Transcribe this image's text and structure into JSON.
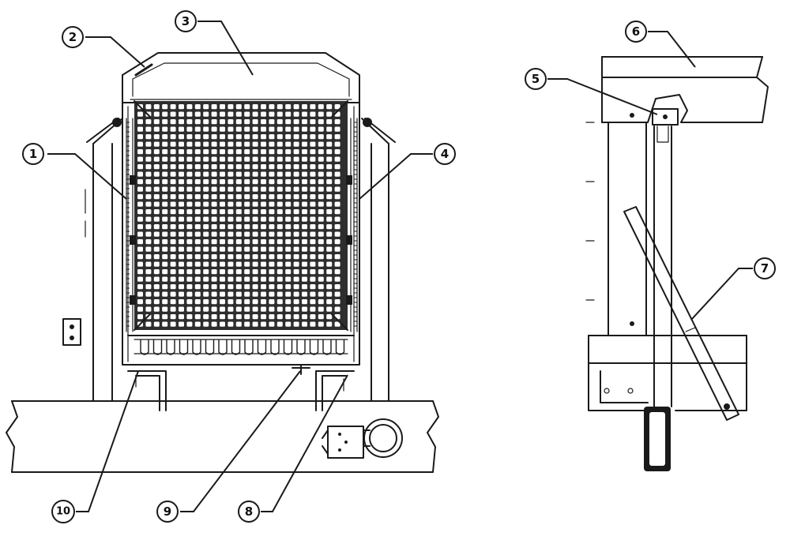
{
  "callouts": [
    {
      "id": "c1",
      "label": "1"
    },
    {
      "id": "c2",
      "label": "2"
    },
    {
      "id": "c3",
      "label": "3"
    },
    {
      "id": "c4",
      "label": "4"
    },
    {
      "id": "c5",
      "label": "5"
    },
    {
      "id": "c6",
      "label": "6"
    },
    {
      "id": "c7",
      "label": "7"
    },
    {
      "id": "c8",
      "label": "8"
    },
    {
      "id": "c9",
      "label": "9"
    },
    {
      "id": "c10",
      "label": "10"
    }
  ],
  "colors": {
    "line": "#1a1a1a",
    "background": "#ffffff",
    "core": "#3a3a3a"
  },
  "icons": [
    "radiator-front-view",
    "radiator-side-view"
  ]
}
